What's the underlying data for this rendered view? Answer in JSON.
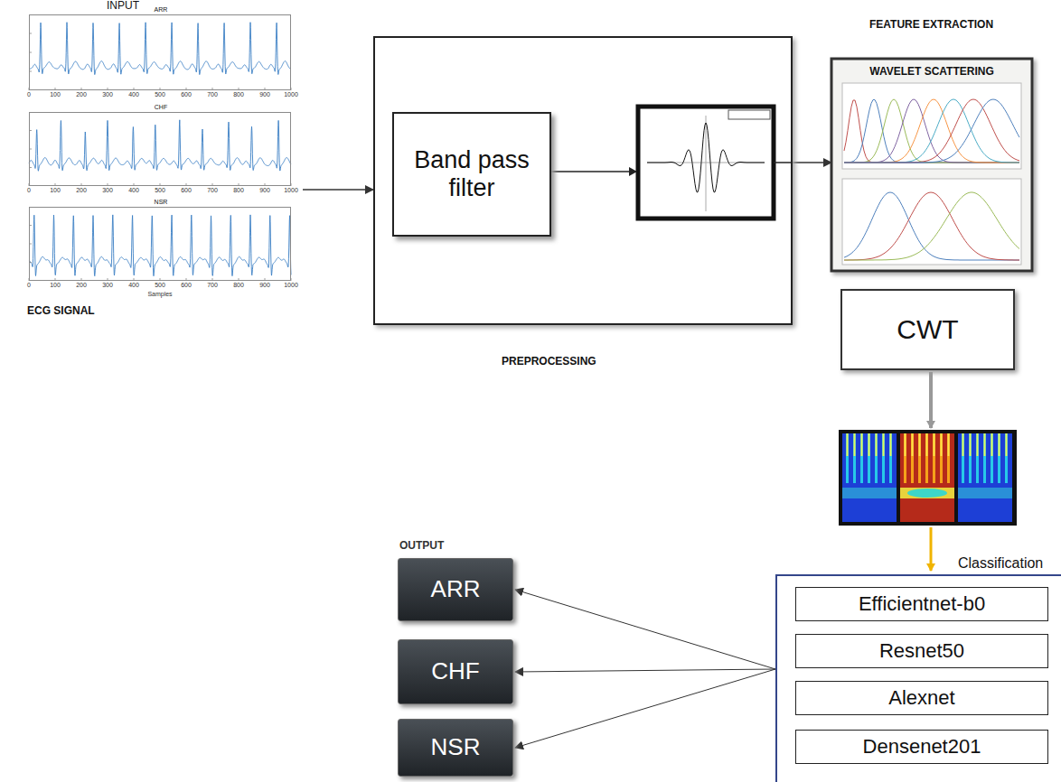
{
  "diagram": {
    "nodes": [
      {
        "text": [
          "INPUT",
          "ECG SIGNAL"
        ]
      },
      {
        "text": [
          "ARR"
        ],
        "in": 0
      },
      {
        "text": [
          "CHF"
        ],
        "in": 0
      },
      {
        "text": [
          "NSR"
        ],
        "in": 0
      },
      {
        "text": [
          "PREPROCESSING"
        ]
      },
      {
        "text": [
          "Band pass filter"
        ],
        "in": 4
      },
      {
        "text": [
          "FEATURE EXTRACTION",
          "WAVELET SCATTERING"
        ]
      },
      {
        "text": [
          "CWT"
        ]
      },
      {
        "text": [
          "Classification"
        ]
      },
      {
        "text": [
          "Efficientnet-b0"
        ],
        "in": 8
      },
      {
        "text": [
          "Resnet50"
        ],
        "in": 8
      },
      {
        "text": [
          "Alexnet"
        ],
        "in": 8
      },
      {
        "text": [
          "Densenet201"
        ],
        "in": 8
      },
      {
        "text": [
          "ARR"
        ]
      },
      {
        "text": [
          "CHF"
        ]
      },
      {
        "text": [
          "NSR"
        ]
      }
    ],
    "edges": [
      {
        "from": 0,
        "to": 4,
        "arrow": "to"
      },
      {
        "from": 4,
        "to": 6,
        "arrow": "to"
      },
      {
        "from": 8,
        "to": 13,
        "arrow": "to"
      },
      {
        "from": 8,
        "to": 14,
        "arrow": "to"
      },
      {
        "from": 8,
        "to": 15,
        "arrow": "to"
      }
    ],
    "labels": [
      "OUTPUT",
      "0",
      "100",
      "200",
      "300",
      "400",
      "500",
      "600",
      "700",
      "800",
      "900",
      "1000",
      "0",
      "100",
      "200",
      "300",
      "400",
      "500",
      "600",
      "700",
      "800",
      "900",
      "1000",
      "0",
      "100",
      "200",
      "300",
      "400",
      "500",
      "600",
      "700",
      "800",
      "900",
      "1000",
      "Samples"
    ]
  }
}
